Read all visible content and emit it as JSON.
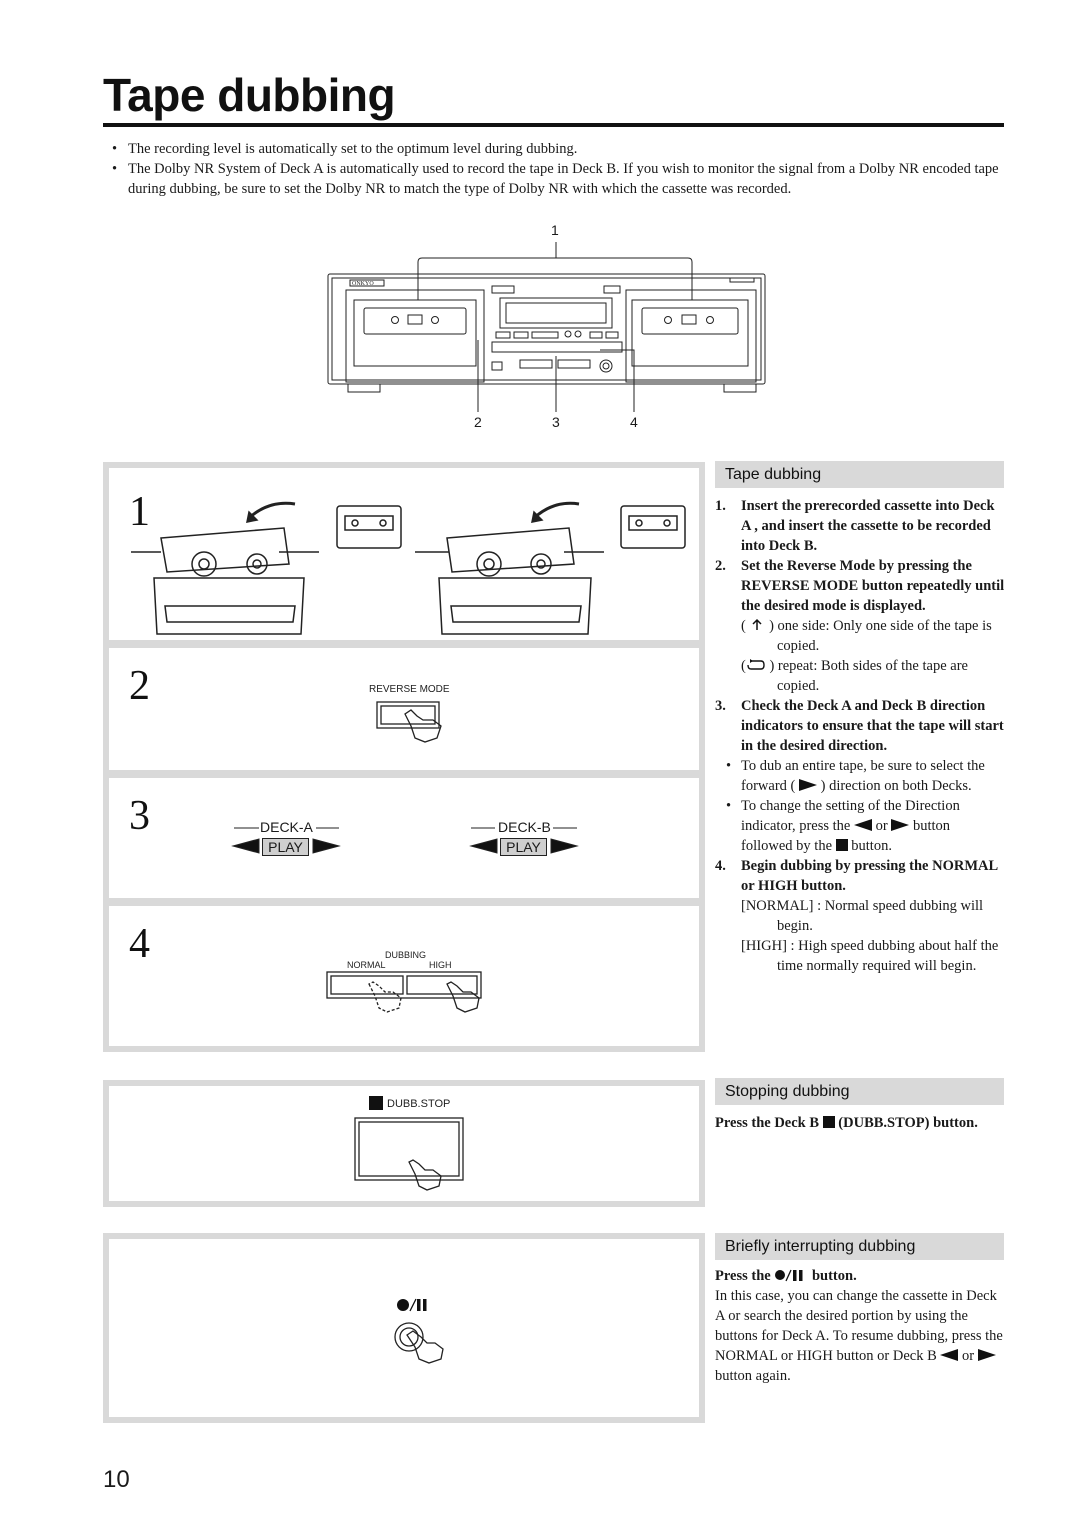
{
  "page": {
    "title": "Tape dubbing",
    "number": "10"
  },
  "intro": [
    "The recording level is automatically set to the optimum level during dubbing.",
    "The Dolby NR System of Deck A is automatically used to record the tape in Deck B. If you wish to monitor the signal from a Dolby NR encoded tape during dubbing, be sure to set the Dolby NR to match the type of Dolby NR with which the cassette was recorded."
  ],
  "device": {
    "brand": "ONKYO",
    "callouts": [
      "1",
      "2",
      "3",
      "4"
    ]
  },
  "steps": {
    "s1": "1",
    "s2": "2",
    "s3": "3",
    "s4": "4",
    "reverse_mode_label": "REVERSE MODE",
    "deck_a_label": "DECK-A",
    "deck_b_label": "DECK-B",
    "play_label": "PLAY",
    "dubbing_label": "DUBBING",
    "normal_label": "NORMAL",
    "high_label": "HIGH",
    "dubb_stop_label": "DUBB.STOP"
  },
  "sections": {
    "tape_dubbing": {
      "heading": "Tape dubbing",
      "item1_num": "1.",
      "item1": "Insert the prerecorded cassette into Deck A , and insert the cassette to be recorded into Deck B.",
      "item2_num": "2.",
      "item2": "Set the Reverse Mode by pressing the REVERSE MODE button repeatedly until the desired mode is displayed.",
      "one_side": ") one side: Only one side of the tape is copied.",
      "repeat": ") repeat: Both sides of the tape are copied.",
      "item3_num": "3.",
      "item3": "Check the Deck A and Deck B direction indicators to ensure that the tape will start in the desired direction.",
      "bullet1_a": "To dub an entire tape, be sure to select the forward (",
      "bullet1_b": ") direction on both Decks.",
      "bullet2_a": "To change the setting of the Direction indicator, press the",
      "bullet2_or": "or",
      "bullet2_b": "button followed by the",
      "bullet2_c": "button.",
      "item4_num": "4.",
      "item4": "Begin dubbing by pressing the NORMAL or HIGH button.",
      "normal_desc": "[NORMAL] : Normal speed dubbing will begin.",
      "high_desc": "[HIGH] : High speed dubbing about half the time normally required will begin."
    },
    "stopping": {
      "heading": "Stopping dubbing",
      "text_a": "Press the Deck B",
      "text_b": "(DUBB.STOP) button."
    },
    "interrupting": {
      "heading": "Briefly interrupting dubbing",
      "press_a": "Press the",
      "press_b": "button.",
      "body_a": "In this case, you can change the cassette in Deck A or search the desired portion by using the buttons for Deck A. To resume dubbing, press the NORMAL or HIGH button or Deck B",
      "body_or": "or",
      "body_b": "button again."
    }
  }
}
